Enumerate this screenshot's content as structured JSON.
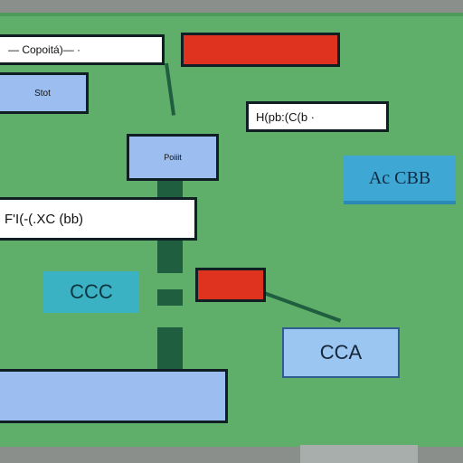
{
  "fields": {
    "top_left": "— Copoitá)— ·",
    "mid_right": "H(pb:(C(b ·",
    "wide_left": "F'I(-(.XC    (bb)"
  },
  "buttons": {
    "start": "Stot",
    "points": "Poiiit"
  },
  "labels": {
    "ac_cbb": "Ac CBB",
    "ccc": "CCC",
    "cca": "CCA"
  },
  "colors": {
    "background": "#5fae6a",
    "accent_red": "#e0331f",
    "button_blue": "#9bbdf0",
    "teal": "#3ea7d4",
    "dark_green": "#1f5e3f"
  }
}
